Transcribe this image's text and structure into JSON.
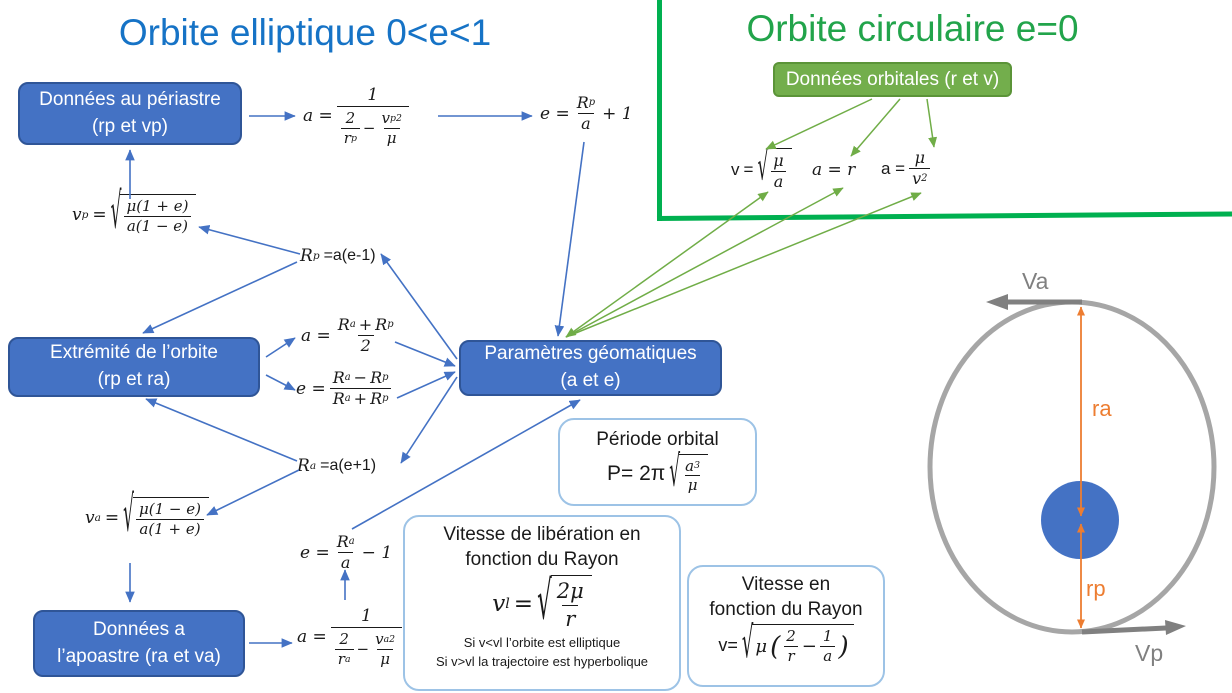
{
  "titles": {
    "elliptic": "Orbite elliptique 0<e<1",
    "circular": "Orbite circulaire e=0"
  },
  "boxes": {
    "periastre": {
      "line1": "Données au périastre",
      "line2": "(rp et vp)"
    },
    "extremite": {
      "line1": "Extrémité de l’orbite",
      "line2": "(rp et ra)"
    },
    "parametres": {
      "line1": "Paramètres géomatiques",
      "line2": "(a et e)"
    },
    "apoastre": {
      "line1": "Données a",
      "line2": "l’apoastre (ra et va)"
    },
    "orbitales": {
      "label": "Données orbitales (r et v)"
    }
  },
  "infoboxes": {
    "periode": {
      "title": "Période orbital"
    },
    "liberation": {
      "title1": "Vitesse de libération en",
      "title2": "fonction du Rayon",
      "cond1": "Si v<vl l’orbite est elliptique",
      "cond2": "Si v>vl la trajectoire est hyperbolique"
    },
    "vitesse": {
      "title1": "Vitesse en",
      "title2": "fonction du Rayon"
    }
  },
  "fx": {
    "f1": {
      "lhs": "a =",
      "one": "1",
      "two": "2",
      "r": "r",
      "rsub": "p",
      "minus": "−",
      "v": "v",
      "vsub": "p",
      "vsup": "2",
      "mu": "μ"
    },
    "f2": {
      "lhs": "e =",
      "R": "R",
      "Rsub": "p",
      "den": "a",
      "tail": "+ 1"
    },
    "f3": {
      "v": "v",
      "vsub": "p",
      "eq": "=",
      "num": "μ(1 + e)",
      "den": "a(1 − e)"
    },
    "f4": {
      "R": "R",
      "Rsub": "p",
      "tail": "=a(e-1)"
    },
    "f5": {
      "lhs": "a =",
      "R1": "R",
      "s1": "a",
      "plus": "+",
      "R2": "R",
      "s2": "p",
      "den": "2"
    },
    "f6": {
      "lhs": "e =",
      "nR1": "R",
      "ns1": "a",
      "nminus": "−",
      "nR2": "R",
      "ns2": "p",
      "dR1": "R",
      "ds1": "a",
      "dplus": "+",
      "dR2": "R",
      "ds2": "p"
    },
    "f7": {
      "R": "R",
      "Rsub": "a",
      "tail": "=a(e+1)"
    },
    "f8": {
      "v": "v",
      "vsub": "a",
      "eq": "=",
      "num": "μ(1 − e)",
      "den": "a(1 + e)"
    },
    "f9": {
      "lhs": "e =",
      "R": "R",
      "Rsub": "a",
      "den": "a",
      "tail": "− 1"
    },
    "f10": {
      "lhs": "a =",
      "one": "1",
      "two": "2",
      "r": "r",
      "rsub": "a",
      "minus": "−",
      "v": "v",
      "vsub": "a",
      "vsup": "2",
      "mu": "μ"
    },
    "f11": {
      "lhs": "P= 2π",
      "num": "a",
      "numsup": "3",
      "den": "μ"
    },
    "f12": {
      "v": "v",
      "vsub": "l",
      "eq": "=",
      "num": "2μ",
      "den": "r"
    },
    "f13": {
      "lhs": "v=",
      "mu": "μ",
      "open": "(",
      "f1n": "2",
      "f1d": "r",
      "minus": "−",
      "f2n": "1",
      "f2d": "a",
      "close": ")"
    },
    "f14": {
      "v": "v",
      "eq": "=",
      "num": "μ",
      "den": "a"
    },
    "f15": {
      "text": "a = r"
    },
    "f16": {
      "lhs": "a =",
      "num": "μ",
      "denv": "v",
      "densup": "2"
    }
  },
  "diagram": {
    "va": "Va",
    "vp": "Vp",
    "ra": "ra",
    "rp": "rp"
  },
  "sym": {
    "sqrt": "√"
  },
  "colors": {
    "blue_accent": "#4472C4",
    "blue_box_border": "#2F5597",
    "green_accent": "#70AD47",
    "green_box_border": "#5B9438",
    "title_blue": "#1673C6",
    "title_green": "#22A44B",
    "frame_green": "#00B050",
    "info_border": "#9DC3E6",
    "orange": "#ED7D31",
    "gray_orbit": "#A6A6A6",
    "gray_arrow": "#808080"
  }
}
